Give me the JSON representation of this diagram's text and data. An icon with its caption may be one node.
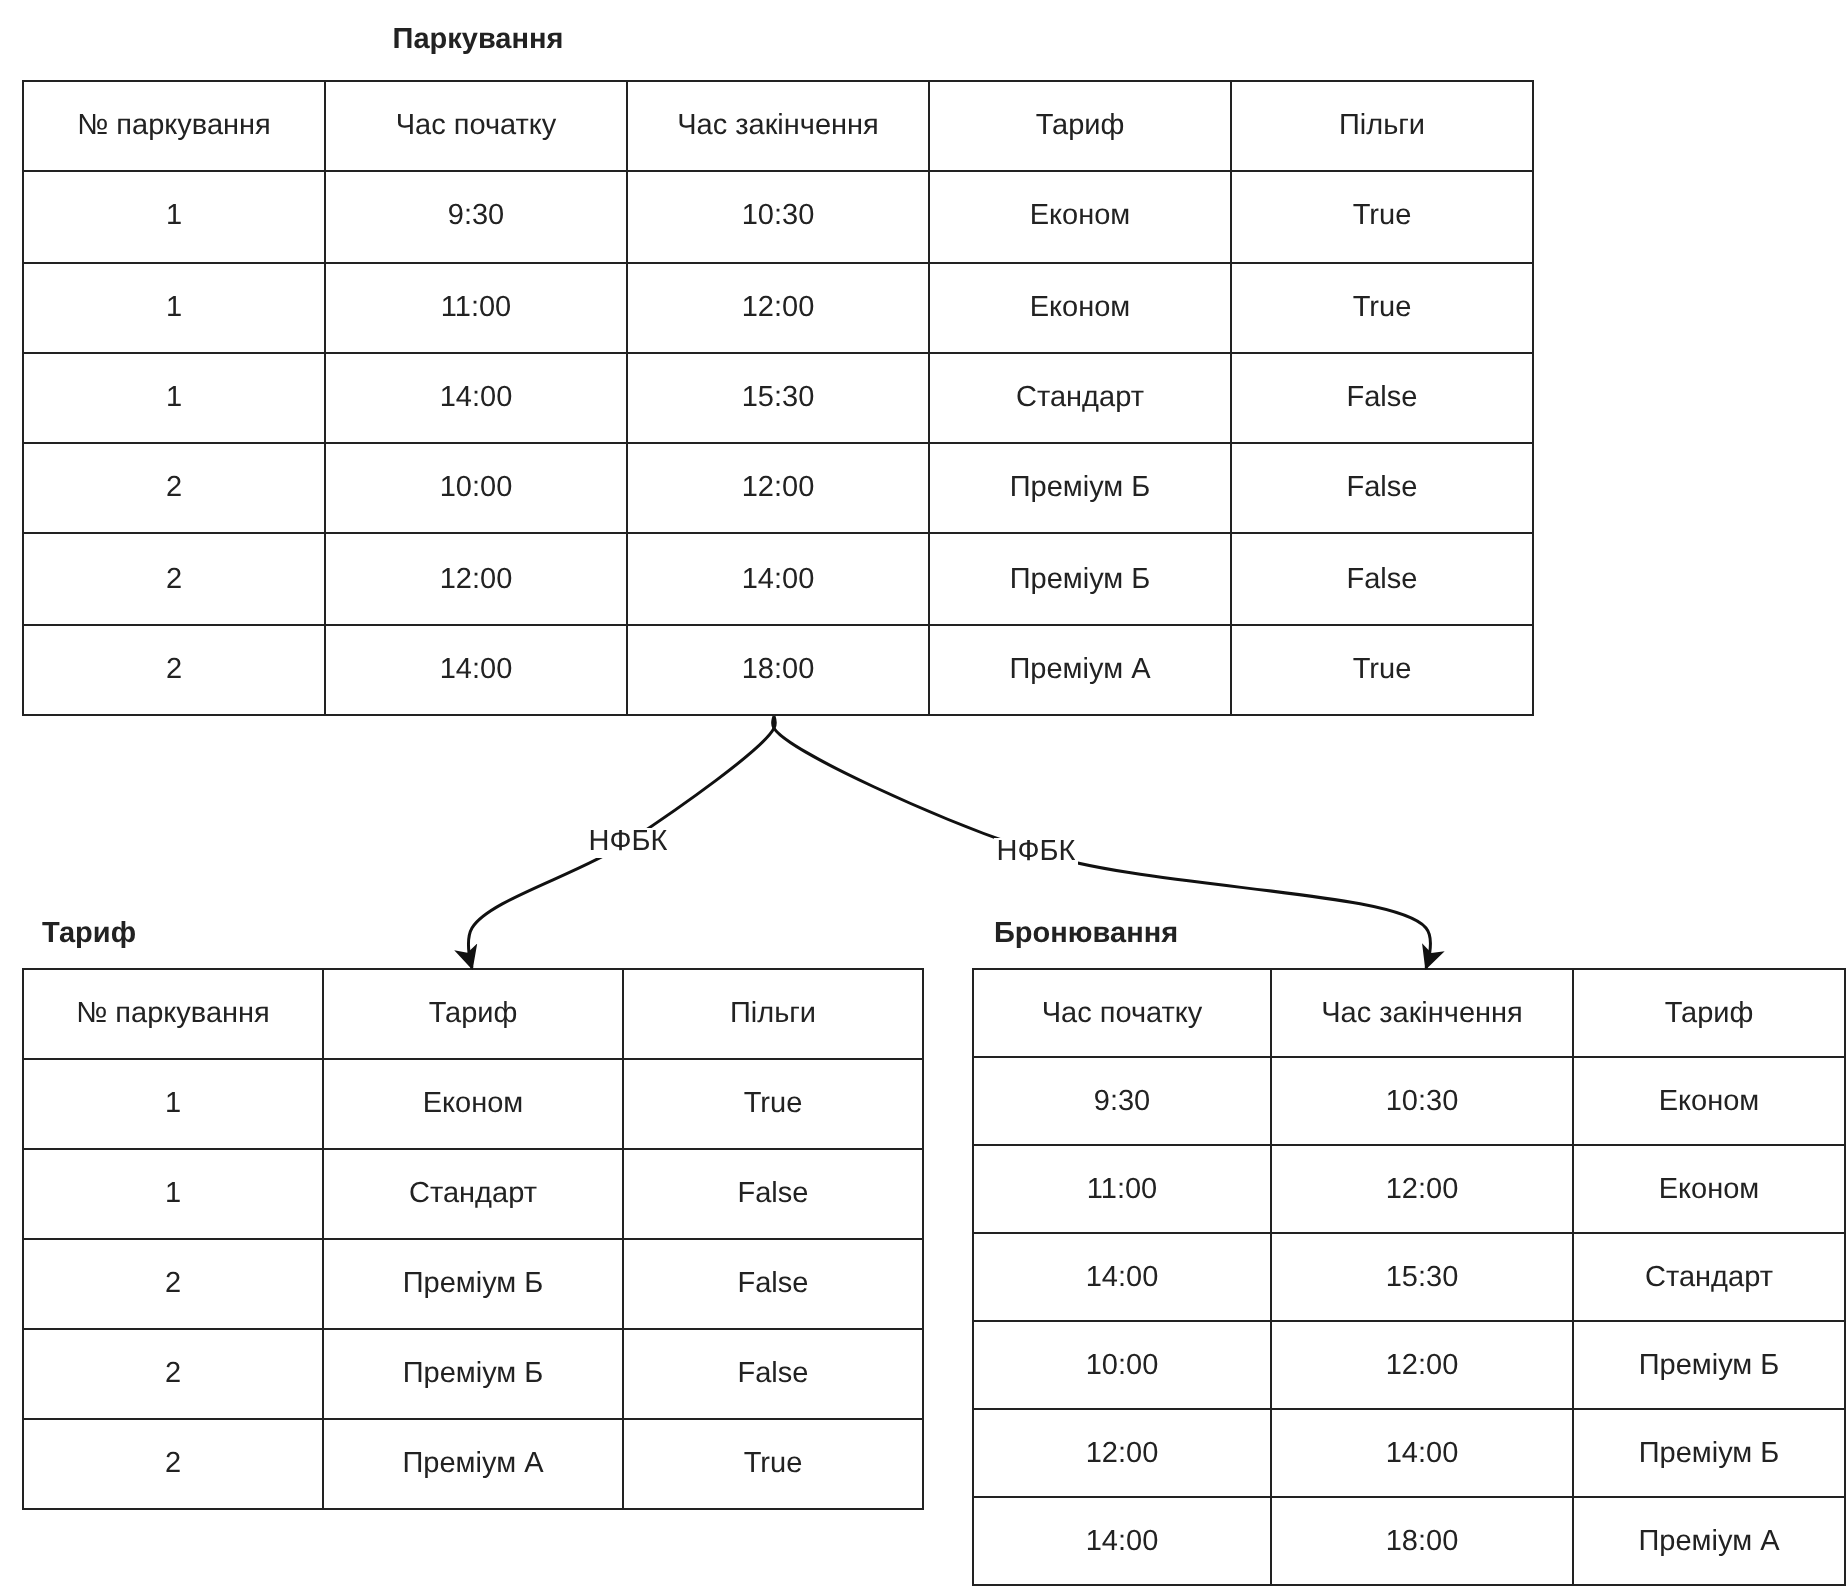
{
  "diagram": {
    "nodes": [
      {
        "text": [
          "Паркування",
          "№ паркування",
          "Час початку",
          "Час закінчення",
          "Тариф",
          "Пільги",
          "1",
          "9:30",
          "10:30",
          "Економ",
          "True",
          "1",
          "11:00",
          "12:00",
          "Економ",
          "True",
          "1",
          "14:00",
          "15:30",
          "Стандарт",
          "False",
          "2",
          "10:00",
          "12:00",
          "Преміум Б",
          "False",
          "2",
          "12:00",
          "14:00",
          "Преміум Б",
          "False",
          "2",
          "14:00",
          "18:00",
          "Преміум А",
          "True"
        ]
      },
      {
        "text": [
          "Тариф",
          "№ паркування",
          "Тариф",
          "Пільги",
          "1",
          "Економ",
          "True",
          "1",
          "Стандарт",
          "False",
          "2",
          "Преміум Б",
          "False",
          "2",
          "Преміум Б",
          "False",
          "2",
          "Преміум А",
          "True"
        ]
      },
      {
        "text": [
          "Бронювання",
          "Час початку",
          "Час закінчення",
          "Тариф",
          "9:30",
          "10:30",
          "Економ",
          "11:00",
          "12:00",
          "Економ",
          "14:00",
          "15:30",
          "Стандарт",
          "10:00",
          "12:00",
          "Преміум Б",
          "12:00",
          "14:00",
          "Преміум Б",
          "14:00",
          "18:00",
          "Преміум А"
        ]
      }
    ],
    "edges": [
      {
        "from": 0,
        "to": 1,
        "arrow": "to",
        "label": "НФБК"
      },
      {
        "from": 0,
        "to": 2,
        "arrow": "to",
        "label": "НФБК"
      }
    ]
  }
}
